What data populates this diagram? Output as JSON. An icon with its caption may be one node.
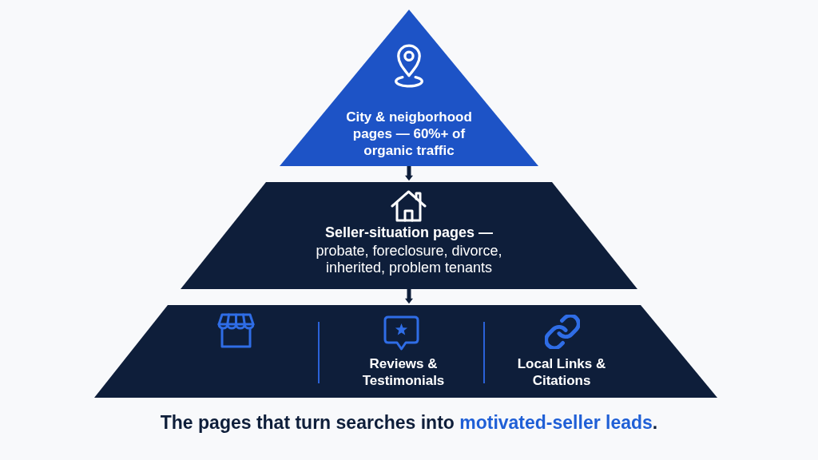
{
  "diagram": {
    "caption": "The pages that turn searches into **motivated-seller leads**.",
    "nodes": [
      {
        "text": [
          "City & neigborhood pages — 60%+ of organic traffic"
        ]
      },
      {
        "text": [
          "Seller-situation pages —",
          "probate, foreclosure, divorce, inherited, problem tenants"
        ]
      },
      {
        "text": [
          "Reviews & Testimonials",
          "Local Links & Citations"
        ]
      }
    ],
    "edges": [
      {
        "from": 0,
        "to": 1,
        "arrow": "to"
      },
      {
        "from": 1,
        "to": 2,
        "arrow": "to"
      }
    ]
  }
}
